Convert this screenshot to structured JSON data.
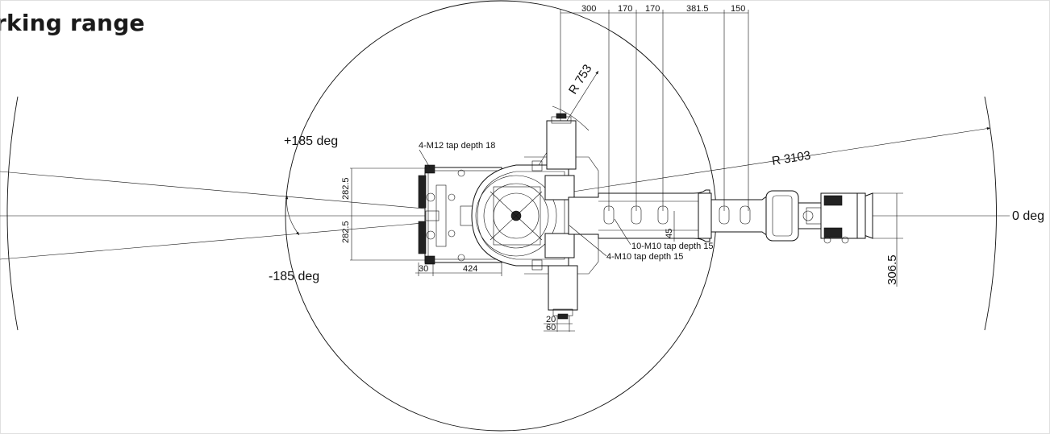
{
  "title": "rking range",
  "angles": {
    "plus": "+185 deg",
    "minus": "-185 deg",
    "zero": "0 deg"
  },
  "radii": {
    "inner": "R 753",
    "outer": "R 3103"
  },
  "top_dimensions": [
    "300",
    "170",
    "170",
    "381.5",
    "150"
  ],
  "left_dimensions": {
    "upper": "282.5",
    "lower": "282.5",
    "bottom_a": "30",
    "bottom_b": "424"
  },
  "right_dimension": "306.5",
  "small_dimension": "45",
  "bottom_dimensions": [
    "20",
    "60"
  ],
  "notes": {
    "m12": "4-M12 tap depth 18",
    "m10_10": "10-M10 tap depth 15",
    "m10_4": "4-M10 tap depth 15"
  },
  "colors": {
    "line": "#111111",
    "background": "#ffffff"
  }
}
